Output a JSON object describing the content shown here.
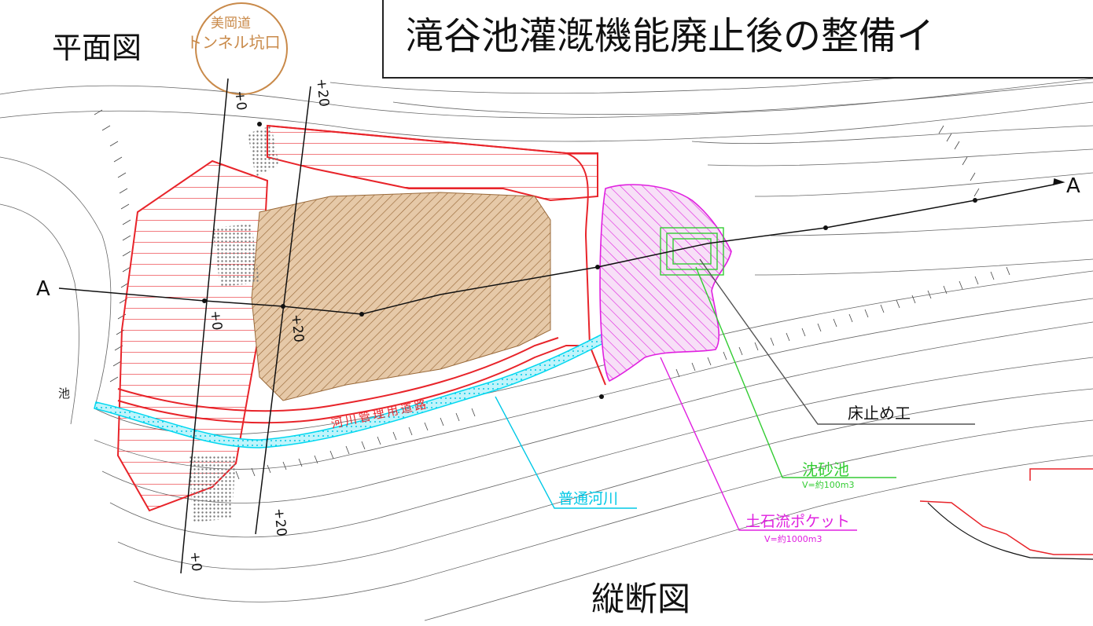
{
  "titles": {
    "plan": "平面図",
    "main": "滝谷池灌漑機能廃止後の整備イ",
    "profile": "縦断図"
  },
  "tunnel": {
    "line1": "美岡道",
    "line2": "トンネル坑口"
  },
  "section_labels": {
    "a_left": "A",
    "a_right": "A"
  },
  "chainages": {
    "top_left": "+0",
    "top_right": "+20",
    "mid_left": "+0",
    "mid_right": "+20",
    "bottom_left": "+0",
    "bottom_right": "+20"
  },
  "road_label": "河川管理用道路",
  "callouts": {
    "floor_stop": "床止め工",
    "sand_pond": "沈砂池",
    "sand_pond_volume": "V=約100m3",
    "debris_pocket": "土石流ポケット",
    "debris_pocket_volume": "V=約1000m3",
    "ordinary_river": "普通河川"
  },
  "pond_label": "池",
  "colors": {
    "boundary_red": "#e8242a",
    "fill_brown": "#b07a4a",
    "debris_magenta": "#e020e0",
    "sand_green": "#33cc33",
    "river_cyan": "#00d8f0",
    "tunnel_orange": "#c98a4a",
    "contour_gray": "#555555"
  }
}
